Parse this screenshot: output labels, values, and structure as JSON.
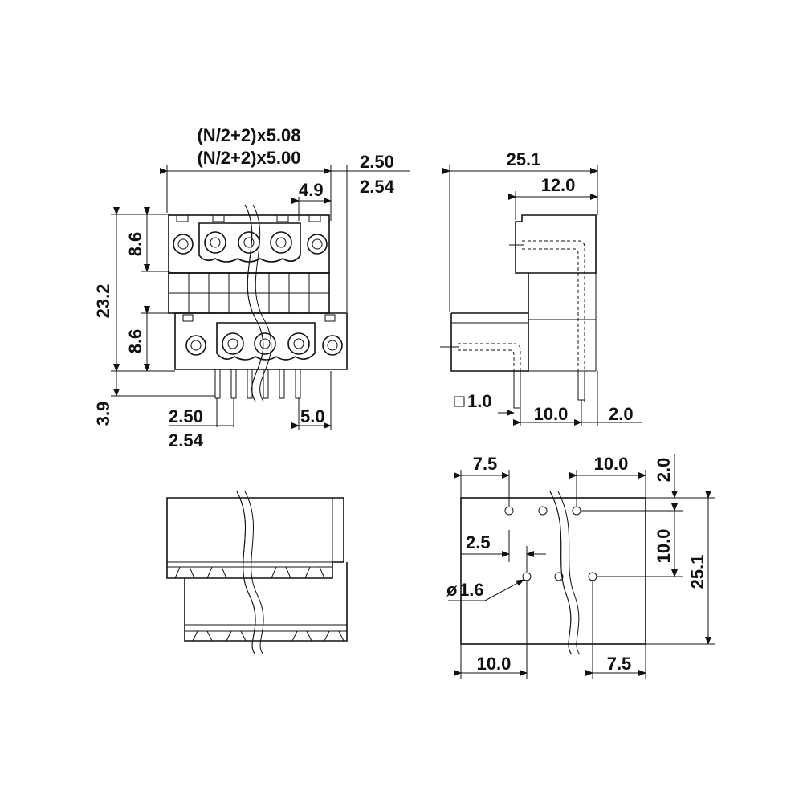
{
  "dims": {
    "width_508": "(N/2+2)x5.08",
    "width_500": "(N/2+2)x5.00",
    "pitch_250": "2.50",
    "pitch_254": "2.54",
    "offset_49": "4.9",
    "height_86_top": "8.6",
    "height_232": "23.2",
    "height_86_bottom": "8.6",
    "pin_39": "3.9",
    "pin_pitch_250": "2.50",
    "pin_pitch_254": "2.54",
    "end_50": "5.0",
    "side_251": "25.1",
    "side_120": "12.0",
    "pin_sq": "1.0",
    "side_100": "10.0",
    "side_20": "2.0",
    "pcb_75_top": "7.5",
    "pcb_100_top": "10.0",
    "pcb_20_right": "2.0",
    "pcb_25": "2.5",
    "pcb_100_right": "10.0",
    "pcb_251_right": "25.1",
    "pcb_hole": "1.6",
    "pcb_100_bottom": "10.0",
    "pcb_75_bottom": "7.5"
  }
}
